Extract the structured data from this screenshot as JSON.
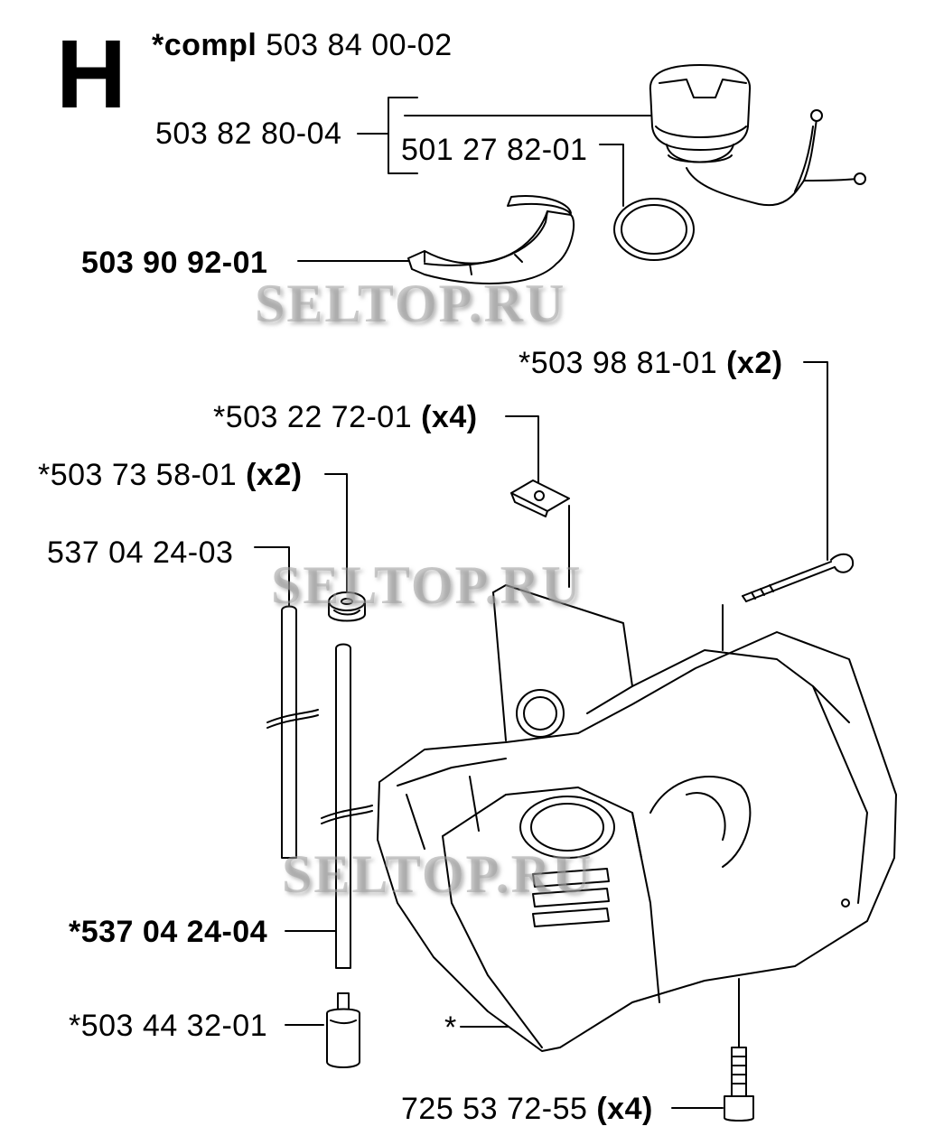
{
  "section_letter": "H",
  "header": {
    "prefix": "*compl",
    "number": "503 84 00-02"
  },
  "parts": {
    "cap_assembly": "503 82 80-04",
    "cap_oring": "501 27 82-01",
    "cap_holder": "503 90 92-01",
    "screw_long": {
      "number": "*503 98 81-01",
      "qty": "(x2)"
    },
    "clip": {
      "number": "*503 22 72-01",
      "qty": "(x4)"
    },
    "grommet": {
      "number": "*503 73 58-01",
      "qty": "(x2)"
    },
    "hose_short": "537 04 24-03",
    "hose_long": "*537 04 24-04",
    "filter": "*503 44 32-01",
    "tank": "*",
    "screw_bottom": {
      "number": "725 53 72-55",
      "qty": "(x4)"
    }
  },
  "watermarks": [
    "SELTOP.RU",
    "SELTOP.RU",
    "SELTOP.RU"
  ]
}
